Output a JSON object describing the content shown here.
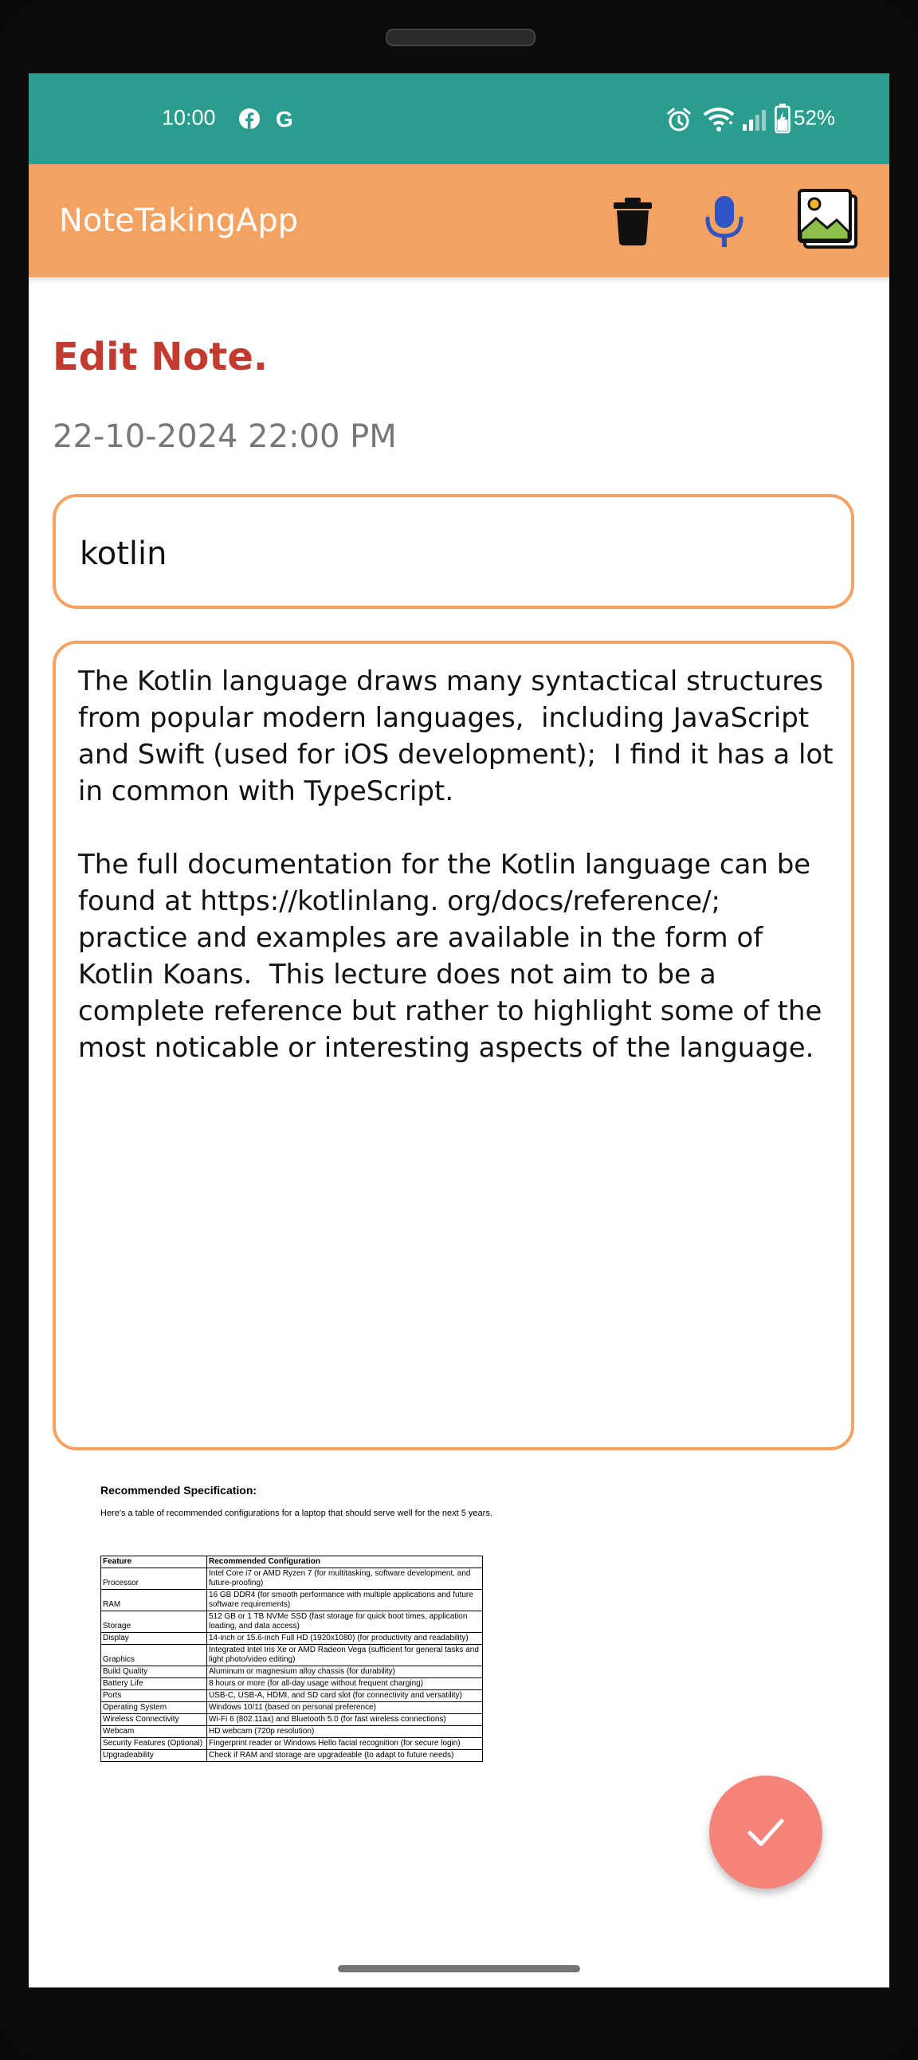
{
  "status_bar": {
    "time": "10:00",
    "left_icons": [
      "facebook-icon",
      "google-icon"
    ],
    "google_glyph": "G",
    "right_icons": [
      "alarm-icon",
      "wifi-icon",
      "signal-icon",
      "battery-charging-icon"
    ],
    "battery_percent": "52%",
    "background": "#2a9d8f"
  },
  "app_bar": {
    "title": "NoteTakingApp",
    "background": "#f4a261",
    "actions": [
      "trash-icon",
      "microphone-icon",
      "image-gallery-icon"
    ]
  },
  "screen": {
    "heading": "Edit Note.",
    "heading_color": "#c23b30",
    "timestamp": "22-10-2024 22:00 PM"
  },
  "note": {
    "title_value": "kotlin",
    "body_value": "The Kotlin language draws many syntactical structures from popular modern languages,  including JavaScript and Swift (used for iOS development);  I find it has a lot in common with TypeScript.\n\nThe full documentation for the Kotlin language can be found at https://kotlinlang. org/docs/reference/; practice and examples are available in the form of Kotlin Koans.  This lecture does not aim to be a complete reference but rather to highlight some of the most noticable or interesting aspects of the language."
  },
  "attachment": {
    "heading": "Recommended Specification:",
    "intro": "Here's a table of recommended configurations for a laptop that should serve well for the next 5 years.",
    "columns": [
      "Feature",
      "Recommended Configuration"
    ],
    "rows": [
      [
        "Processor",
        "Intel Core i7 or AMD Ryzen 7 (for multitasking, software development, and future-proofing)"
      ],
      [
        "RAM",
        "16 GB DDR4 (for smooth performance with multiple applications and future software requirements)"
      ],
      [
        "Storage",
        "512 GB or 1 TB NVMe SSD (fast storage for quick boot times, application loading, and data access)"
      ],
      [
        "Display",
        "14-inch or 15.6-inch Full HD (1920x1080) (for productivity and readability)"
      ],
      [
        "Graphics",
        "Integrated Intel Iris Xe or AMD Radeon Vega (sufficient for general tasks and light photo/video editing)"
      ],
      [
        "Build Quality",
        "Aluminum or magnesium alloy chassis (for durability)"
      ],
      [
        "Battery Life",
        "8 hours or more (for all-day usage without frequent charging)"
      ],
      [
        "Ports",
        "USB-C, USB-A, HDMI, and SD card slot (for connectivity and versatility)"
      ],
      [
        "Operating System",
        "Windows 10/11 (based on personal preference)"
      ],
      [
        "Wireless Connectivity",
        "Wi-Fi 6 (802.11ax) and Bluetooth 5.0 (for fast wireless connections)"
      ],
      [
        "Webcam",
        "HD webcam (720p resolution)"
      ],
      [
        "Security Features (Optional)",
        "Fingerprint reader or Windows Hello facial recognition (for secure login)"
      ],
      [
        "Upgradeability",
        "Check if RAM and storage are upgradeable (to adapt to future needs)"
      ]
    ]
  },
  "fab": {
    "icon": "checkmark-icon",
    "color": "#f4847a"
  }
}
